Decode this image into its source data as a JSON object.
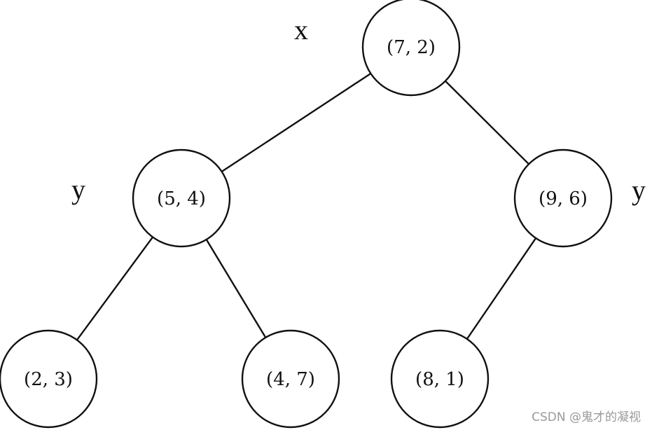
{
  "tree": {
    "nodes": [
      {
        "id": "n72",
        "label": "(7, 2)"
      },
      {
        "id": "n54",
        "label": "(5, 4)"
      },
      {
        "id": "n96",
        "label": "(9, 6)"
      },
      {
        "id": "n23",
        "label": "(2, 3)"
      },
      {
        "id": "n47",
        "label": "(4, 7)"
      },
      {
        "id": "n81",
        "label": "(8, 1)"
      }
    ],
    "edges": [
      {
        "from": "n72",
        "to": "n54"
      },
      {
        "from": "n72",
        "to": "n96"
      },
      {
        "from": "n54",
        "to": "n23"
      },
      {
        "from": "n54",
        "to": "n47"
      },
      {
        "from": "n96",
        "to": "n81"
      }
    ]
  },
  "split_labels": {
    "root": "x",
    "left_level2": "y",
    "right_level2": "y"
  },
  "watermark": "CSDN @鬼才的凝视"
}
